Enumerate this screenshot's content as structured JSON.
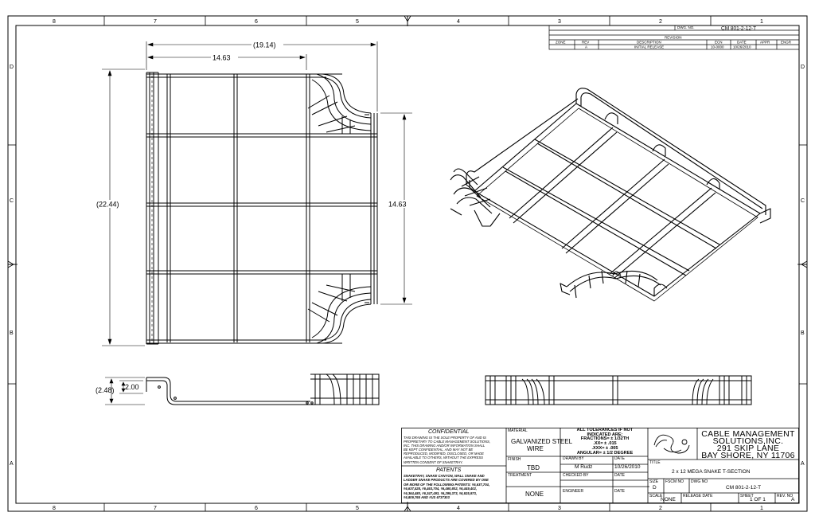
{
  "zone_columns": [
    "8",
    "7",
    "6",
    "5",
    "4",
    "3",
    "2",
    "1"
  ],
  "zone_rows": [
    "D",
    "C",
    "B",
    "A"
  ],
  "dwg_no": "CM 801-2-12-T",
  "revision_block": {
    "dwg_label": "DWG. NO.",
    "title": "REVISION",
    "headers": [
      "ZONE",
      "REV",
      "DESCRIPTION",
      "ECN",
      "DATE",
      "APPR",
      "ENGR"
    ],
    "row": [
      "",
      "A",
      "INITIAL RELEASE",
      "10-0000",
      "10/26/2010",
      "",
      ""
    ]
  },
  "dimensions": {
    "top_overall": "(19.14)",
    "top_inner": "14.63",
    "left_overall": "(22.44)",
    "right_height": "14.63",
    "side_overall": "(2.48)",
    "side_height": "2.00"
  },
  "confidential": {
    "title": "CONFIDENTIAL",
    "lines": [
      "THIS DRAWING IS THE SOLE PROPERTY OF AND IS",
      "PROPRIETARY TO CABLE MANAGEMENT SOLUTIONS,",
      "INC. THIS DRAWING AND/OR INFORMATION SHALL",
      "BE KEPT CONFIDENTIAL, AND MAY NOT BE",
      "REPRODUCED, MODIFIED, DISCLOSED, OR MADE",
      "AVAILABLE TO OTHERS, WITHOUT THE EXPRESS",
      "WRITTEN CONSENT OF SNAKETRAY."
    ]
  },
  "patents": {
    "title": "PATENTS",
    "lines": [
      "SNAKETRAY, SNAKE CANYON, WALL SNAKE AND",
      "LADDER SNAKE PRODUCTS ARE COVERED BY ONE",
      "OR MORE OF THE FOLLOWING PATENTS: #6,637,704,",
      "#6,637,528, #6,463,704, #6,460,802, #6,449,402,",
      "#6,364,480, #6,347,493, #6,299,373, #6,925,973,",
      "#6,809,765 AND #US 6737303"
    ]
  },
  "title_block": {
    "material_label": "MATERIAL",
    "material_line1": "GALVANIZED STEEL",
    "material_line2": "WIRE",
    "finish_label": "FINISH",
    "finish_value": "TBD",
    "treatment_label": "TREATMENT",
    "treatment_value": "NONE",
    "tolerances": [
      "ALL TOLERANCES IF NOT",
      "INDICATED ARE:",
      "FRACTIONS= ± 1/32TH",
      ".XX= ± .015",
      ".XXX= ± .005",
      "ANGULAR= ± 1/2 DEGREE"
    ],
    "drawn_by_label": "DRAWN BY",
    "drawn_by_value": "M Rudz",
    "date_label": "DATE",
    "drawn_date": "10/26/2010",
    "checked_by_label": "CHECKED BY",
    "engineer_label": "ENGINEER",
    "company": [
      "CABLE MANAGEMENT",
      "SOLUTIONS,INC.",
      "291 SKIP LANE",
      "BAY SHORE, NY 11706"
    ],
    "title_label": "TITLE",
    "title_value": "2 x 12 MEGA SNAKE T-SECTION",
    "size_label": "SIZE",
    "size_value": "D",
    "fscm_label": "FSCM NO",
    "dwg_no_label": "DWG NO",
    "scale_label": "SCALE",
    "scale_value": "NONE",
    "release_label": "RELEASE DATE",
    "sheet_label": "SHEET",
    "sheet_value": "1 OF 1",
    "rev_label": "REV. NO",
    "rev_value": "A"
  }
}
